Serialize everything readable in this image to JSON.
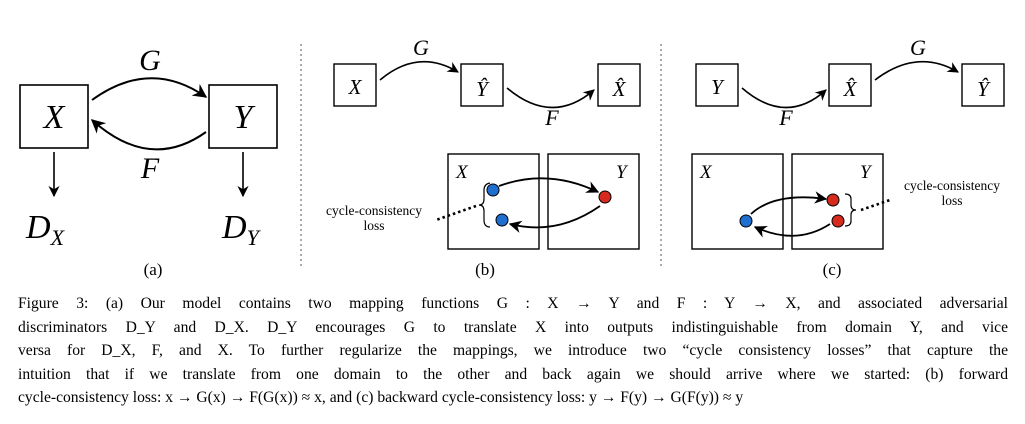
{
  "panel_a": {
    "node_x": "X",
    "node_y": "Y",
    "arrow_top": "G",
    "arrow_bottom": "F",
    "disc_x": "D",
    "disc_x_sub": "X",
    "disc_y": "D",
    "disc_y_sub": "Y",
    "label": "(a)"
  },
  "panel_b": {
    "box1": "X",
    "box2": "Ŷ",
    "box3": "X̂",
    "arrow_top": "G",
    "arrow_bottom": "F",
    "domain_x": "X",
    "domain_y": "Y",
    "loss_line1": "cycle-consistency",
    "loss_line2": "loss",
    "label": "(b)",
    "point_colors": {
      "x": "#1f6fd1",
      "y": "#d62a1e"
    }
  },
  "panel_c": {
    "box1": "Y",
    "box2": "X̂",
    "box3": "Ŷ",
    "arrow_top": "G",
    "arrow_bottom": "F",
    "domain_x": "X",
    "domain_y": "Y",
    "loss_line1": "cycle-consistency",
    "loss_line2": "loss",
    "label": "(c)",
    "point_colors": {
      "x": "#1f6fd1",
      "y": "#d62a1e"
    }
  },
  "caption": {
    "line1": "Figure 3: (a) Our model contains two mapping functions G : X → Y and F : Y → X, and associated adversarial",
    "line2": "discriminators D_Y and D_X. D_Y encourages G to translate X into outputs indistinguishable from domain Y, and vice",
    "line3": "versa for D_X, F, and X. To further regularize the mappings, we introduce two “cycle consistency losses” that capture the",
    "line4": "intuition that if we translate from one domain to the other and back again we should arrive where we started: (b) forward",
    "line5": "cycle-consistency loss: x → G(x) → F(G(x)) ≈ x, and (c) backward cycle-consistency loss: y → F(y) → G(F(y)) ≈ y"
  }
}
